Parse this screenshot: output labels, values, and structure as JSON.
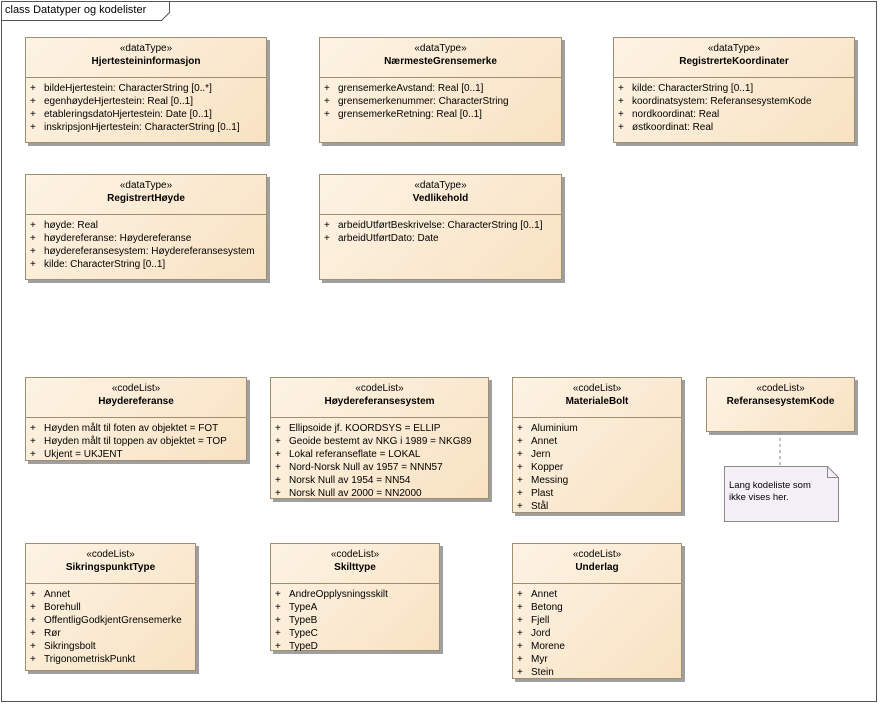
{
  "diagram": {
    "title": "class Datatyper og kodelister"
  },
  "classes": [
    {
      "id": "hjertestein",
      "stereotype": "«dataType»",
      "name": "Hjertesteininformasjon",
      "items": [
        {
          "vis": "+",
          "text": "bildeHjertestein: CharacterString [0..*]"
        },
        {
          "vis": "+",
          "text": "egenhøydeHjertestein: Real [0..1]"
        },
        {
          "vis": "+",
          "text": "etableringsdatoHjertestein: Date [0..1]"
        },
        {
          "vis": "+",
          "text": "inskripsjonHjertestein: CharacterString [0..1]"
        }
      ]
    },
    {
      "id": "naermeste",
      "stereotype": "«dataType»",
      "name": "NærmesteGrensemerke",
      "items": [
        {
          "vis": "+",
          "text": "grensemerkeAvstand: Real [0..1]"
        },
        {
          "vis": "+",
          "text": "grensemerkenummer: CharacterString"
        },
        {
          "vis": "+",
          "text": "grensemerkeRetning: Real [0..1]"
        }
      ]
    },
    {
      "id": "regkoord",
      "stereotype": "«dataType»",
      "name": "RegistrerteKoordinater",
      "items": [
        {
          "vis": "+",
          "text": "kilde: CharacterString [0..1]"
        },
        {
          "vis": "+",
          "text": "koordinatsystem: ReferansesystemKode"
        },
        {
          "vis": "+",
          "text": "nordkoordinat: Real"
        },
        {
          "vis": "+",
          "text": "østkoordinat: Real"
        }
      ]
    },
    {
      "id": "reghoyde",
      "stereotype": "«dataType»",
      "name": "RegistrertHøyde",
      "items": [
        {
          "vis": "+",
          "text": "høyde: Real"
        },
        {
          "vis": "+",
          "text": "høydereferanse: Høydereferanse"
        },
        {
          "vis": "+",
          "text": "høydereferansesystem: Høydereferansesystem"
        },
        {
          "vis": "+",
          "text": "kilde: CharacterString [0..1]"
        }
      ]
    },
    {
      "id": "vedlikehold",
      "stereotype": "«dataType»",
      "name": "Vedlikehold",
      "items": [
        {
          "vis": "+",
          "text": "arbeidUtførtBeskrivelse: CharacterString [0..1]"
        },
        {
          "vis": "+",
          "text": "arbeidUtførtDato: Date"
        }
      ]
    },
    {
      "id": "hoydereferanse",
      "stereotype": "«codeList»",
      "name": "Høydereferanse",
      "items": [
        {
          "vis": "+",
          "text": "Høyden målt til foten av objektet = FOT"
        },
        {
          "vis": "+",
          "text": "Høyden målt til toppen av objektet = TOP"
        },
        {
          "vis": "+",
          "text": "Ukjent = UKJENT"
        }
      ]
    },
    {
      "id": "hoydereferansesystem",
      "stereotype": "«codeList»",
      "name": "Høydereferansesystem",
      "items": [
        {
          "vis": "+",
          "text": "Ellipsoide jf. KOORDSYS = ELLIP"
        },
        {
          "vis": "+",
          "text": "Geoide bestemt av NKG i 1989 = NKG89"
        },
        {
          "vis": "+",
          "text": "Lokal referanseflate = LOKAL"
        },
        {
          "vis": "+",
          "text": "Nord-Norsk Null av 1957 = NNN57"
        },
        {
          "vis": "+",
          "text": "Norsk Null av 1954 = NN54"
        },
        {
          "vis": "+",
          "text": "Norsk Null av 2000 = NN2000"
        }
      ]
    },
    {
      "id": "materialebolt",
      "stereotype": "«codeList»",
      "name": "MaterialeBolt",
      "items": [
        {
          "vis": "+",
          "text": "Aluminium"
        },
        {
          "vis": "+",
          "text": "Annet"
        },
        {
          "vis": "+",
          "text": "Jern"
        },
        {
          "vis": "+",
          "text": "Kopper"
        },
        {
          "vis": "+",
          "text": "Messing"
        },
        {
          "vis": "+",
          "text": "Plast"
        },
        {
          "vis": "+",
          "text": "Stål"
        }
      ]
    },
    {
      "id": "referansesystemkode",
      "stereotype": "«codeList»",
      "name": "ReferansesystemKode",
      "items": []
    },
    {
      "id": "sikringspunkttype",
      "stereotype": "«codeList»",
      "name": "SikringspunktType",
      "items": [
        {
          "vis": "+",
          "text": "Annet"
        },
        {
          "vis": "+",
          "text": "Borehull"
        },
        {
          "vis": "+",
          "text": "OffentligGodkjentGrensemerke"
        },
        {
          "vis": "+",
          "text": "Rør"
        },
        {
          "vis": "+",
          "text": "Sikringsbolt"
        },
        {
          "vis": "+",
          "text": "TrigonometriskPunkt"
        }
      ]
    },
    {
      "id": "skilttype",
      "stereotype": "«codeList»",
      "name": "Skilttype",
      "items": [
        {
          "vis": "+",
          "text": "AndreOpplysningsskilt"
        },
        {
          "vis": "+",
          "text": "TypeA"
        },
        {
          "vis": "+",
          "text": "TypeB"
        },
        {
          "vis": "+",
          "text": "TypeC"
        },
        {
          "vis": "+",
          "text": "TypeD"
        }
      ]
    },
    {
      "id": "underlag",
      "stereotype": "«codeList»",
      "name": "Underlag",
      "items": [
        {
          "vis": "+",
          "text": "Annet"
        },
        {
          "vis": "+",
          "text": "Betong"
        },
        {
          "vis": "+",
          "text": "Fjell"
        },
        {
          "vis": "+",
          "text": "Jord"
        },
        {
          "vis": "+",
          "text": "Morene"
        },
        {
          "vis": "+",
          "text": "Myr"
        },
        {
          "vis": "+",
          "text": "Stein"
        }
      ]
    }
  ],
  "note": {
    "text": "Lang kodeliste som ikke vises her."
  }
}
